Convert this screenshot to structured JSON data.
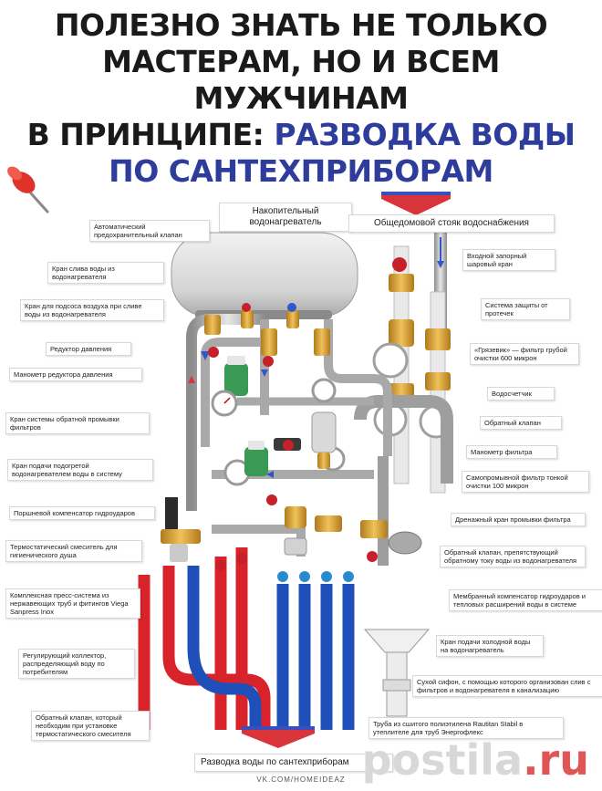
{
  "headline": {
    "line1": "ПОЛЕЗНО ЗНАТЬ НЕ ТОЛЬКО",
    "line2": "МАСТЕРАМ, НО И ВСЕМ МУЖЧИНАМ",
    "line3_dark": "В ПРИНЦИПЕ: ",
    "line3_blue": "РАЗВОДКА ВОДЫ",
    "line4": "ПО САНТЕХПРИБОРАМ"
  },
  "colors": {
    "title": "#1a1a1a",
    "title_accent": "#2e3d9c",
    "hot_pipe": "#d8232a",
    "cold_pipe": "#1f4fb8"
  },
  "labels": {
    "heater": "Накопительный водонагреватель",
    "riser": "Общедомовой стояк водоснабжения",
    "auto_valve": "Автоматический предохранительный клапан",
    "drain_valve": "Кран слива воды из водонагревателя",
    "air_valve": "Кран для подсоса воздуха при сливе воды из водонагревателя",
    "reducer": "Редуктор давления",
    "gauge_reducer": "Манометр редуктора давления",
    "backwash": "Кран системы обратной промывки фильтров",
    "supply_heated": "Кран подачи подогретой водонагревателем воды в систему",
    "piston": "Поршневой компенсатор гидроударов",
    "mixer": "Термостатический смеситель для гигиенического душа",
    "press": "Комплексная пресс-система из нержавеющих труб и фитингов Viega Sanpress Inox",
    "collector": "Регулирующий коллектор, распределяющий воду по потребителям",
    "check_mixer": "Обратный клапан, который необходим при установке термостатического смесителя",
    "inlet_valve": "Входной запорный шаровый кран",
    "leak": "Система защиты от протечек",
    "mud_filter": "«Грязевик» — фильтр грубой очистки 600 микрон",
    "meter": "Водосчетчик",
    "check": "Обратный клапан",
    "filter_gauge": "Манометр фильтра",
    "self_clean": "Самопромывной фильтр тонкой очистки 100 микрон",
    "drain_flush": "Дренажный кран промывки фильтра",
    "check_heater": "Обратный клапан, препятствующий обратному току воды из водонагревателя",
    "membrane": "Мембранный компенсатор гидроударов и тепловых расширений воды в системе",
    "cold_supply": "Кран подачи холодной воды на водонагреватель",
    "siphon": "Сухой сифон, с помощью которого организован слив с фильтров и водонагревателя в канализацию",
    "rautitan": "Труба из сшитого полиэтилена Rautitan Stabil в утеплителе для труб Энергофлекс",
    "distribution": "Разводка воды по сантехприборам"
  },
  "credit": "VK.COM/HOMEIDEAZ",
  "watermark": {
    "part1": "postila",
    "part2": ".ru"
  }
}
